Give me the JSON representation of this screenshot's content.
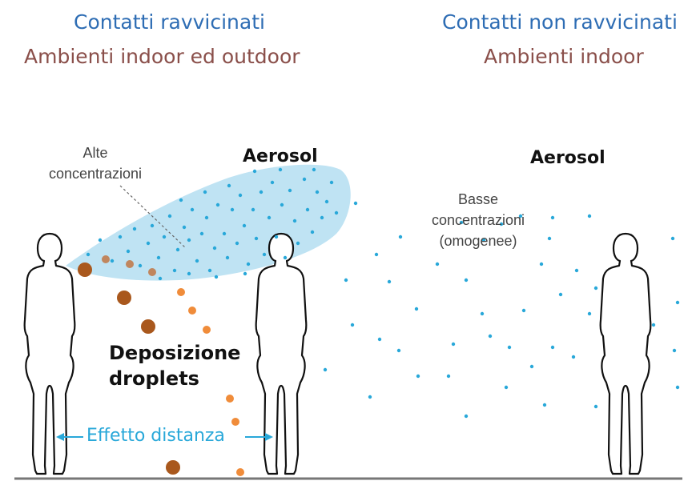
{
  "header": {
    "left_title": "Contatti ravvicinati",
    "left_subtitle": "Ambienti indoor ed outdoor",
    "right_title": "Contatti non ravvicinati",
    "right_subtitle": "Ambienti indoor"
  },
  "left_scene": {
    "aerosol_label": "Aerosol",
    "high_conc_label": "Alte\nconcentrazioni",
    "deposition_label": "Deposizione\ndroplets",
    "distance_label": "Effetto distanza"
  },
  "right_scene": {
    "aerosol_label": "Aerosol",
    "low_conc_label": "Basse\nconcentrazioni\n(omogenee)"
  },
  "colors": {
    "title_blue": "#2e6db4",
    "subtitle_maroon": "#8a4f4a",
    "aerosol_cloud": "#bfe3f3",
    "aerosol_dot": "#29a8d9",
    "droplet_large": "#a9581d",
    "droplet_small": "#f08c3a",
    "droplet_mid": "#c0865e",
    "ground": "#777777"
  },
  "icons": [
    "person-silhouette",
    "aerosol-cloud",
    "double-arrow"
  ]
}
